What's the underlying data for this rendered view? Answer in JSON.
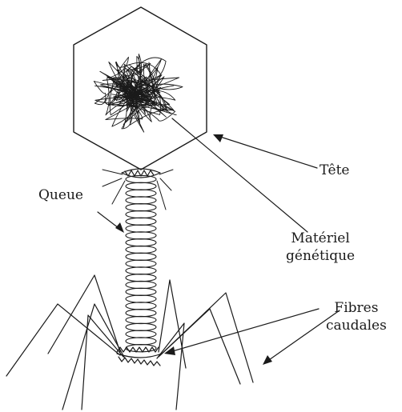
{
  "labels": {
    "tete": "Tête",
    "queue": "Queue",
    "materiel": [
      "Matériel",
      "génétique"
    ],
    "fibres": [
      "Fibres",
      "caudales"
    ]
  },
  "colors": {
    "ink": "#1a1a1a",
    "background": "#ffffff"
  }
}
